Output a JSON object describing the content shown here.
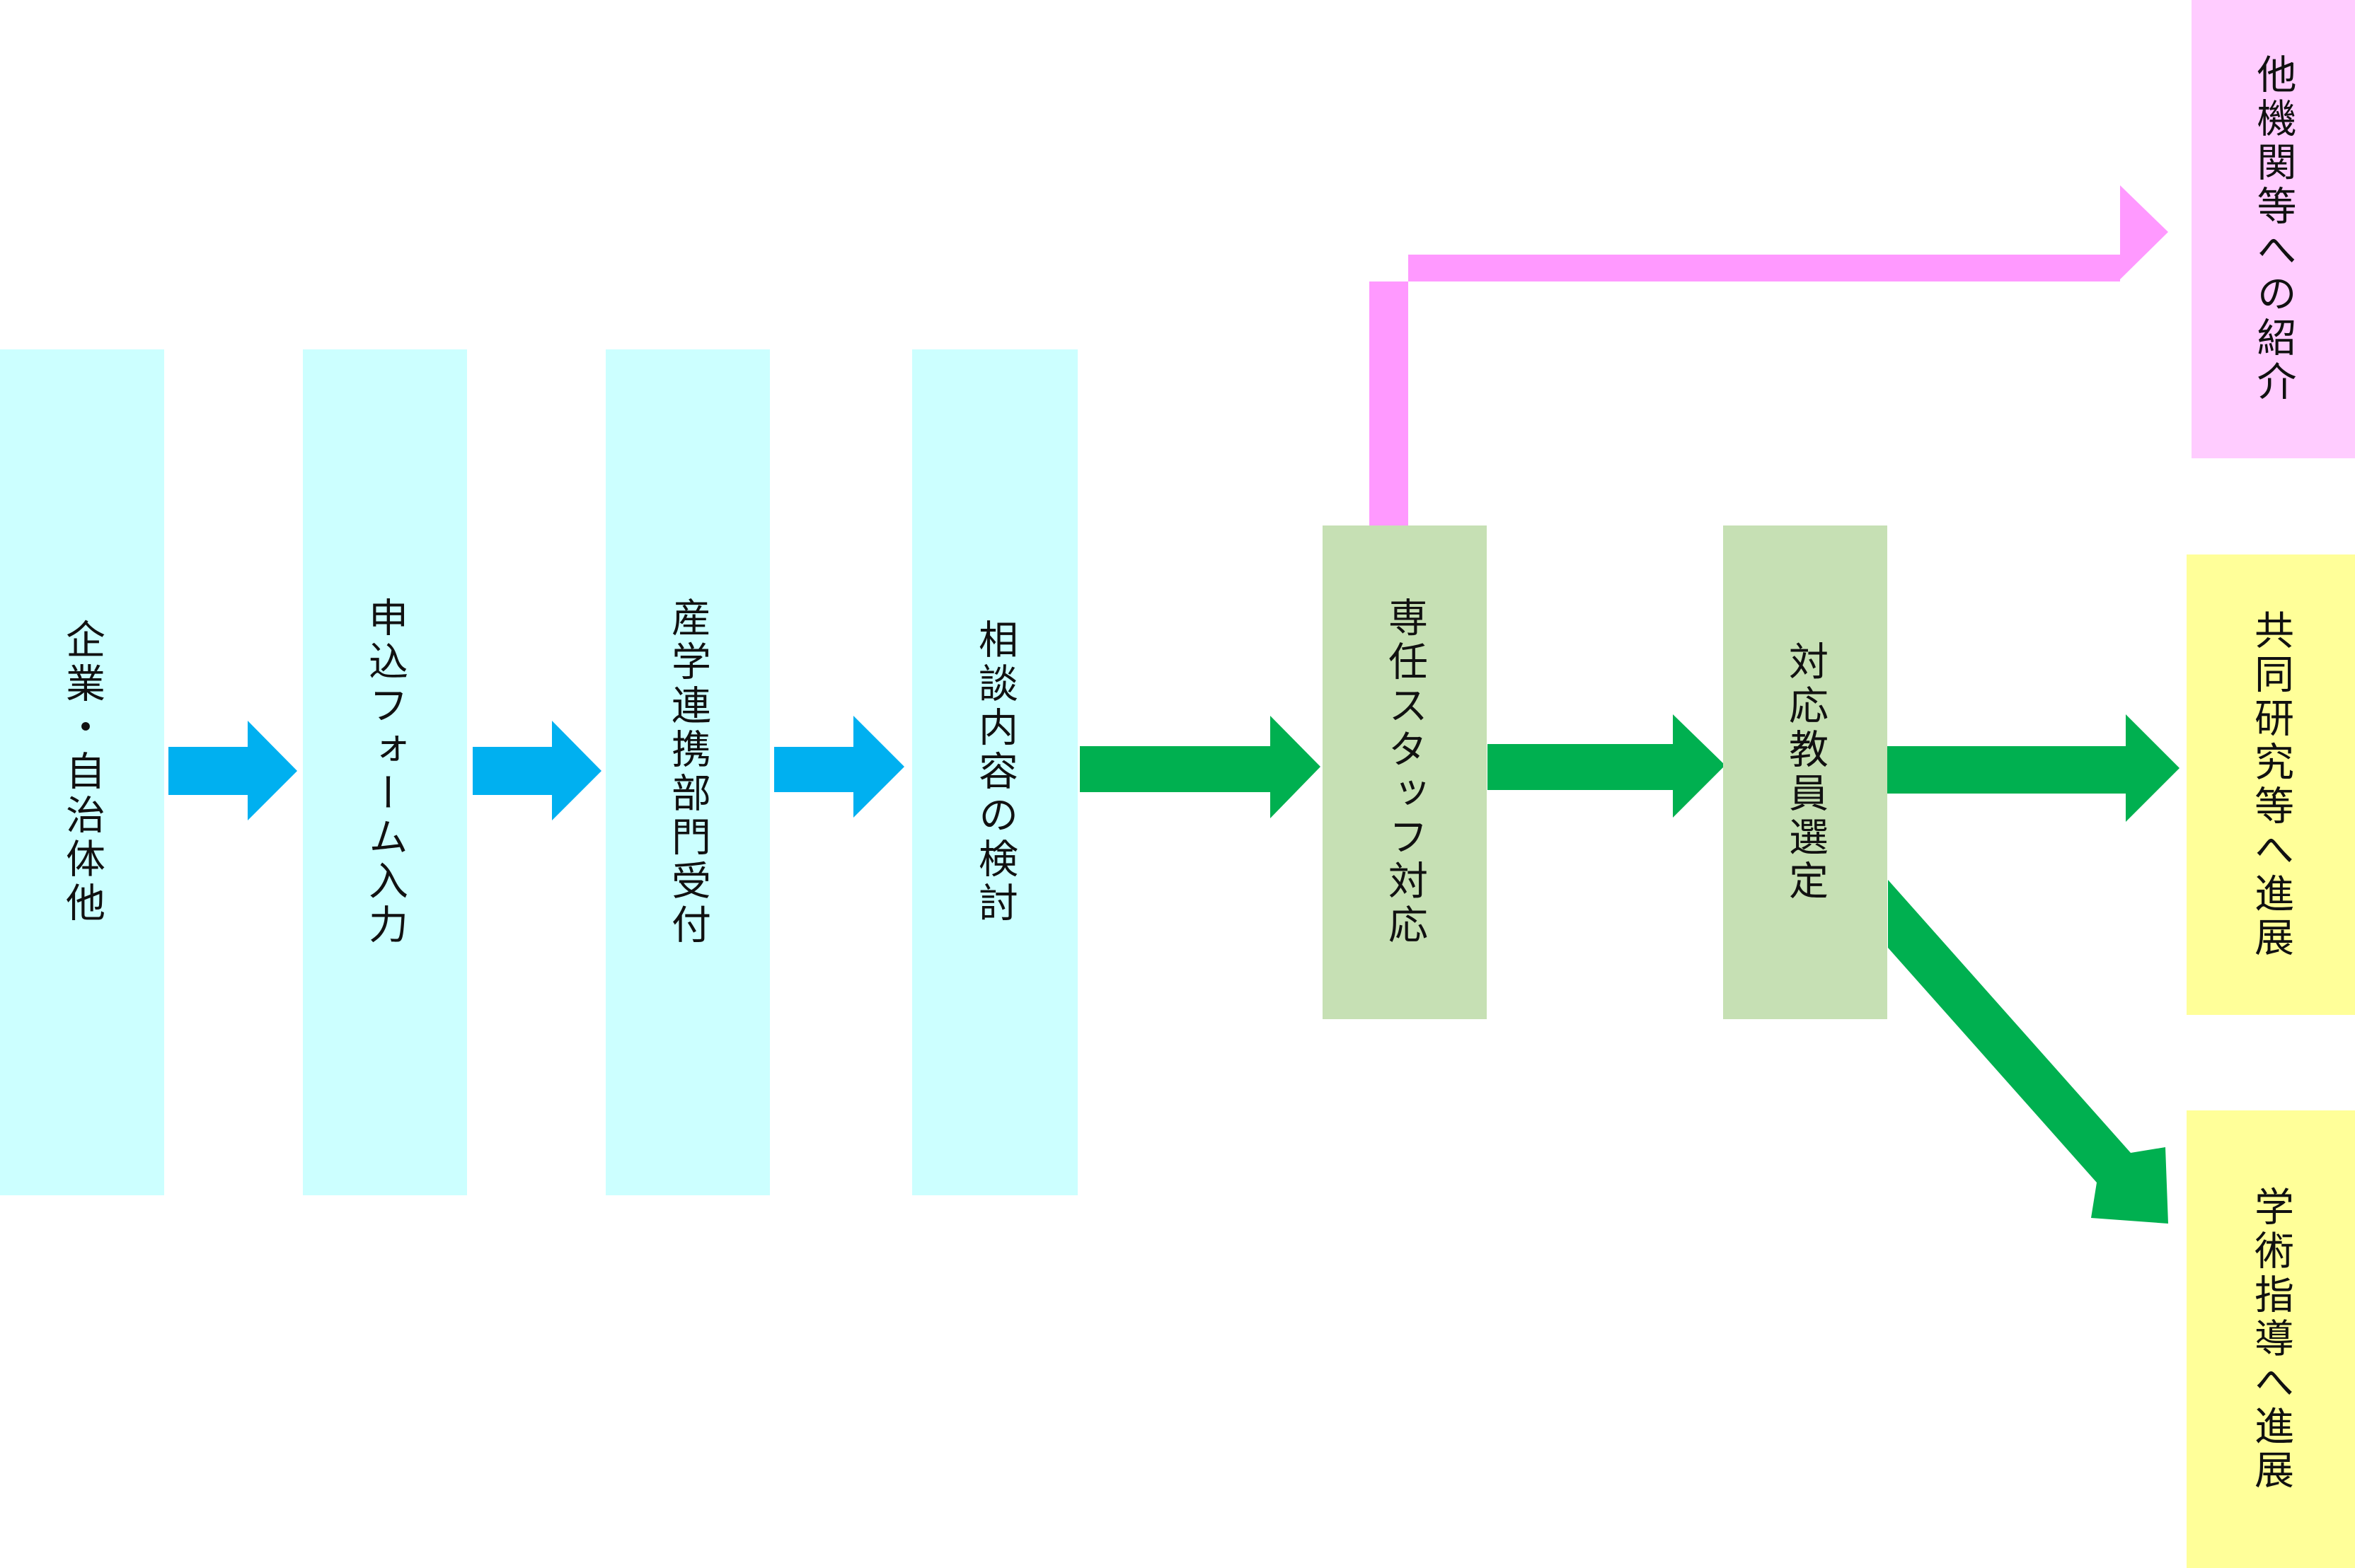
{
  "colors": {
    "stage_fill": "#ccffff",
    "staff_fill": "#c6e0b4",
    "referral_fill": "#ffccff",
    "outcome_fill": "#ffff99",
    "blue_arrow": "#00b0f0",
    "green_arrow": "#00b050",
    "pink_arrow": "#ff99ff"
  },
  "boxes": [
    {
      "id": "company",
      "label": "企業・自治体他",
      "color": "stage_fill"
    },
    {
      "id": "form",
      "label": "申込フォーム入力",
      "color": "stage_fill"
    },
    {
      "id": "reception",
      "label": "産学連携部門受付",
      "color": "stage_fill"
    },
    {
      "id": "review",
      "label": "相談内容の検討",
      "color": "stage_fill"
    },
    {
      "id": "staff",
      "label": "専任スタッフ対応",
      "color": "staff_fill"
    },
    {
      "id": "faculty",
      "label": "対応教員選定",
      "color": "staff_fill"
    },
    {
      "id": "referral",
      "label": "他機関等への紹介",
      "color": "referral_fill"
    },
    {
      "id": "joint",
      "label": "共同研究等へ進展",
      "color": "outcome_fill"
    },
    {
      "id": "academic",
      "label": "学術指導へ進展",
      "color": "outcome_fill"
    }
  ],
  "edges": [
    {
      "from": "company",
      "to": "form",
      "color": "blue_arrow"
    },
    {
      "from": "form",
      "to": "reception",
      "color": "blue_arrow"
    },
    {
      "from": "reception",
      "to": "review",
      "color": "blue_arrow"
    },
    {
      "from": "review",
      "to": "staff",
      "color": "green_arrow"
    },
    {
      "from": "staff",
      "to": "faculty",
      "color": "green_arrow"
    },
    {
      "from": "faculty",
      "to": "joint",
      "color": "green_arrow"
    },
    {
      "from": "faculty",
      "to": "academic",
      "color": "green_arrow"
    },
    {
      "from": "staff",
      "to": "referral",
      "color": "pink_arrow"
    }
  ]
}
